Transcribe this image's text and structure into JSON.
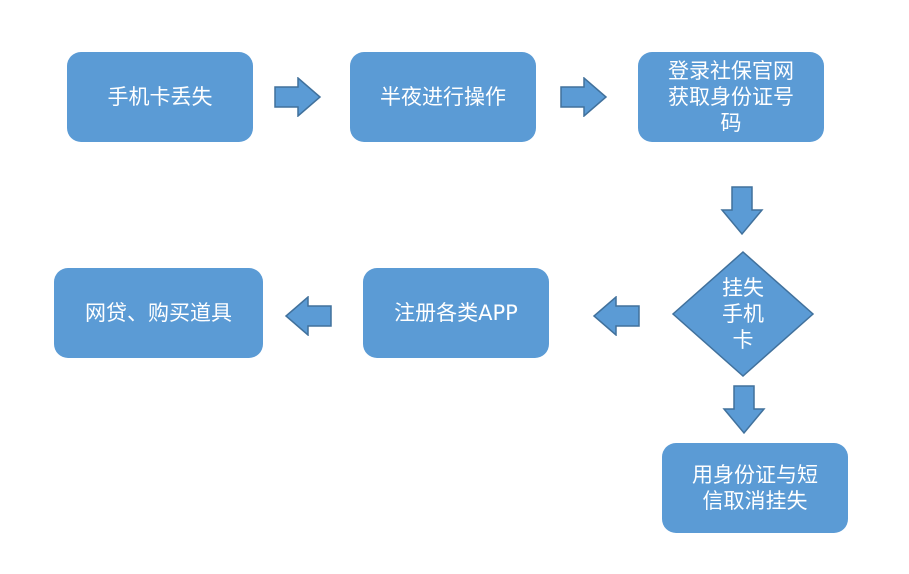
{
  "nodes": {
    "lost_card": "手机卡丢失",
    "midnight_operation": "半夜进行操作",
    "login_social_security_line1": "登录社保官网",
    "login_social_security_line2": "获取身份证号",
    "login_social_security_line3": "码",
    "report_loss_line1": "挂失",
    "report_loss_line2": "手机",
    "report_loss_line3": "卡",
    "cancel_loss_line1": "用身份证与短",
    "cancel_loss_line2": "信取消挂失",
    "register_apps": "注册各类APP",
    "loans_purchases": "网贷、购买道具"
  },
  "colors": {
    "node_fill": "#5b9bd5",
    "node_text": "#ffffff",
    "arrow_stroke": "#41719c"
  }
}
